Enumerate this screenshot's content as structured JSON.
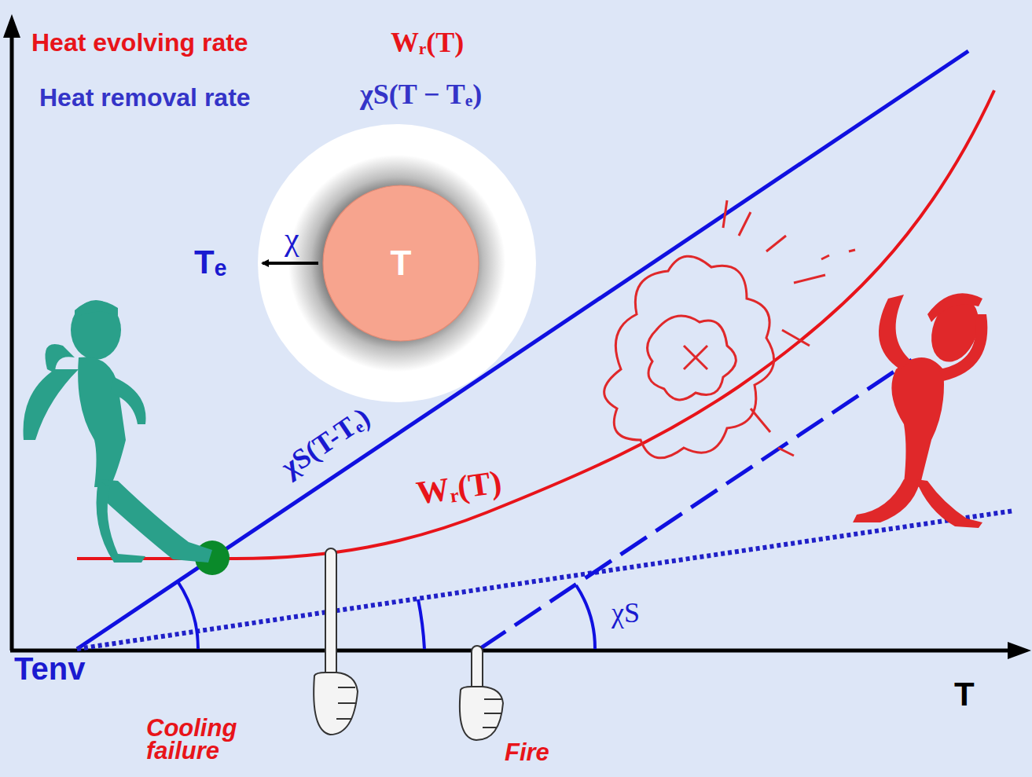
{
  "diagram": {
    "nodes": [
      {
        "text": [
          "T"
        ]
      }
    ],
    "labels": [
      "Heat evolving rate",
      "Wᵣ(T)",
      "Heat removal rate",
      "χS(T − Tₑ)",
      "Tₑ",
      "χ",
      "χS(T-Tₑ)",
      "Wᵣ(T)",
      "χS",
      "Tenv",
      "T",
      "Cooling failure",
      "Fire"
    ]
  }
}
